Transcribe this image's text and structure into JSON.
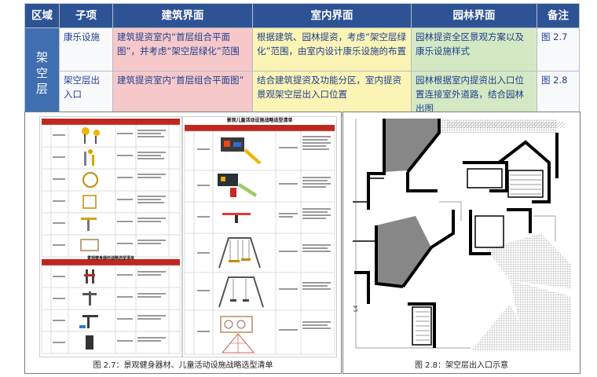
{
  "table": {
    "headers": [
      "区域",
      "子项",
      "建筑界面",
      "室内界面",
      "园林界面",
      "备注"
    ],
    "area": "架空层",
    "rows": [
      {
        "item": "康乐设施",
        "arch": "建筑提资室内“首层组合平面图”，并考虑“架空层绿化”范围",
        "indoor": "根据建筑、园林提资，考虑“架空层绿化”范围，由室内设计康乐设施的布置",
        "garden": "园林提资全区景观方案以及康乐设施样式",
        "note": "图 2.7"
      },
      {
        "item": "架空层出入口",
        "arch": "建筑提资室内“首层组合平面图”",
        "indoor": "结合建筑提资及功能分区，室内提资景观架空层出入口位置",
        "garden": "园林根据室内提资出入口位置连接室外道路，结合园林出图",
        "note": "图 2.8"
      }
    ]
  },
  "figures": {
    "fig1_caption": "图 2.7：景观健身器材、儿童活动设施战略选型清单",
    "fig2_caption": "图 2.8：架空层出入口示意",
    "sheetB_title": "景观儿童活动设施战略选型清单",
    "sheetA_subtitle": "景观健身器材战略选型清单"
  },
  "colors": {
    "header": "#2e5395",
    "area": "#3f6fb1",
    "arch": "#f6c8c9",
    "indoor": "#fbf4b4",
    "garden": "#d4e9c3"
  }
}
